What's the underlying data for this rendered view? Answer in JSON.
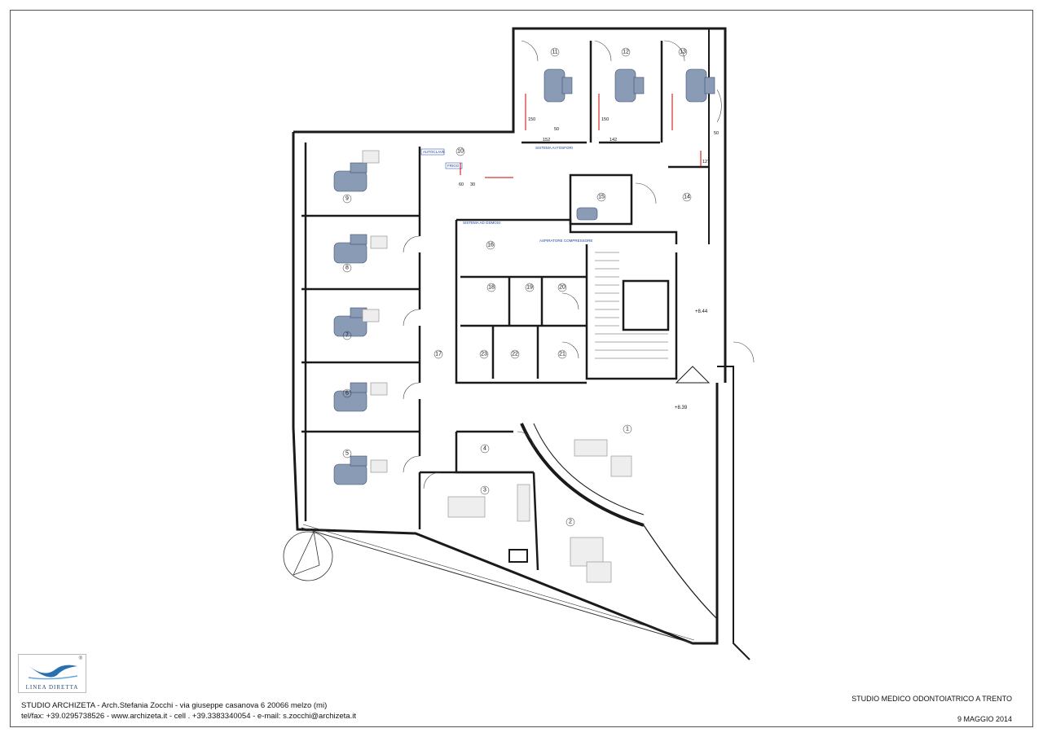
{
  "footer": {
    "studio_line": "STUDIO ARCHIZETA - Arch.Stefania Zocchi - via giuseppe casanova 6 20066 melzo (mi)",
    "contact_line": "tel/fax: +39.0295738526  - www.archizeta.it - cell . +39.3383340054 -  e-mail: s.zocchi@archizeta.it",
    "project_title": "STUDIO MEDICO ODONTOIATRICO  A TRENTO",
    "date": "9 MAGGIO 2014"
  },
  "logo": {
    "text": "LINEA DIRETTA",
    "registered": "®",
    "color": "#2a6fb0"
  },
  "rooms": {
    "r1": "1",
    "r2": "2",
    "r3": "3",
    "r4": "4",
    "r5": "5",
    "r6": "6",
    "r7": "7",
    "r8": "8",
    "r9": "9",
    "r10": "10",
    "r11": "11",
    "r12": "12",
    "r13": "13",
    "r14": "14",
    "r15": "15",
    "r16": "16",
    "r17": "17",
    "r18": "18",
    "r19": "19",
    "r20": "20",
    "r21": "21",
    "r22": "22",
    "r23": "23"
  },
  "levels": {
    "upper": "+8.44",
    "lower": "+8.39"
  },
  "notes": {
    "autoclave": "AUTOCLAVE",
    "frigo": "FRIGO",
    "fosfori": "SISTEMA AI FOSFORI",
    "osmosi": "SISTEMA AD OSMOSI",
    "aspiratore": "ASPIRATORE COMPRESSORE"
  },
  "dims": {
    "d150a": "150",
    "d150b": "150",
    "d152": "152",
    "d142": "142",
    "d50a": "50",
    "d50b": "50",
    "d60a": "60",
    "d30": "30",
    "d127": "127"
  },
  "colors": {
    "wall": "#1a1a1a",
    "chair": "#8a9bb5",
    "annotation": "#1a3fa0",
    "red": "#d00000"
  }
}
